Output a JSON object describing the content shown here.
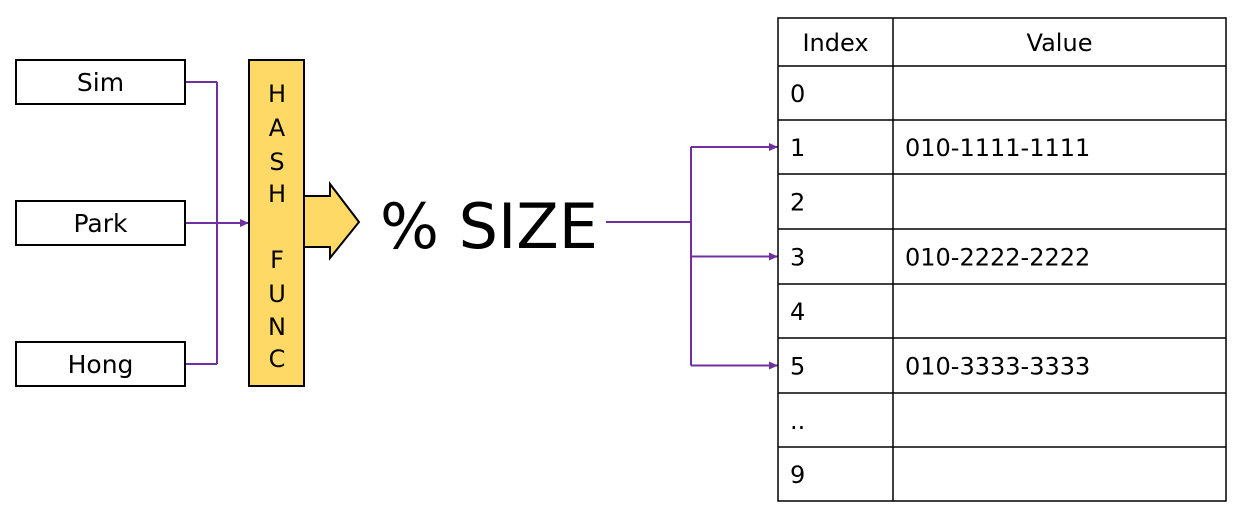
{
  "colors": {
    "connector": "#7030A0",
    "hash_fill": "#FFD966",
    "hash_stroke": "#000000",
    "box_stroke": "#000000",
    "table_stroke": "#000000"
  },
  "keys": [
    "Sim",
    "Park",
    "Hong"
  ],
  "hash_function": {
    "letters_top": [
      "H",
      "A",
      "S",
      "H"
    ],
    "letters_bottom": [
      "F",
      "U",
      "N",
      "C"
    ]
  },
  "modulo_label": "% SIZE",
  "table": {
    "headers": {
      "index": "Index",
      "value": "Value"
    },
    "rows": [
      {
        "index": "0",
        "value": ""
      },
      {
        "index": "1",
        "value": "010-1111-1111"
      },
      {
        "index": "2",
        "value": ""
      },
      {
        "index": "3",
        "value": "010-2222-2222"
      },
      {
        "index": "4",
        "value": ""
      },
      {
        "index": "5",
        "value": "010-3333-3333"
      },
      {
        "index": "..",
        "value": ""
      },
      {
        "index": "9",
        "value": ""
      }
    ],
    "arrow_targets": [
      1,
      3,
      5
    ]
  }
}
